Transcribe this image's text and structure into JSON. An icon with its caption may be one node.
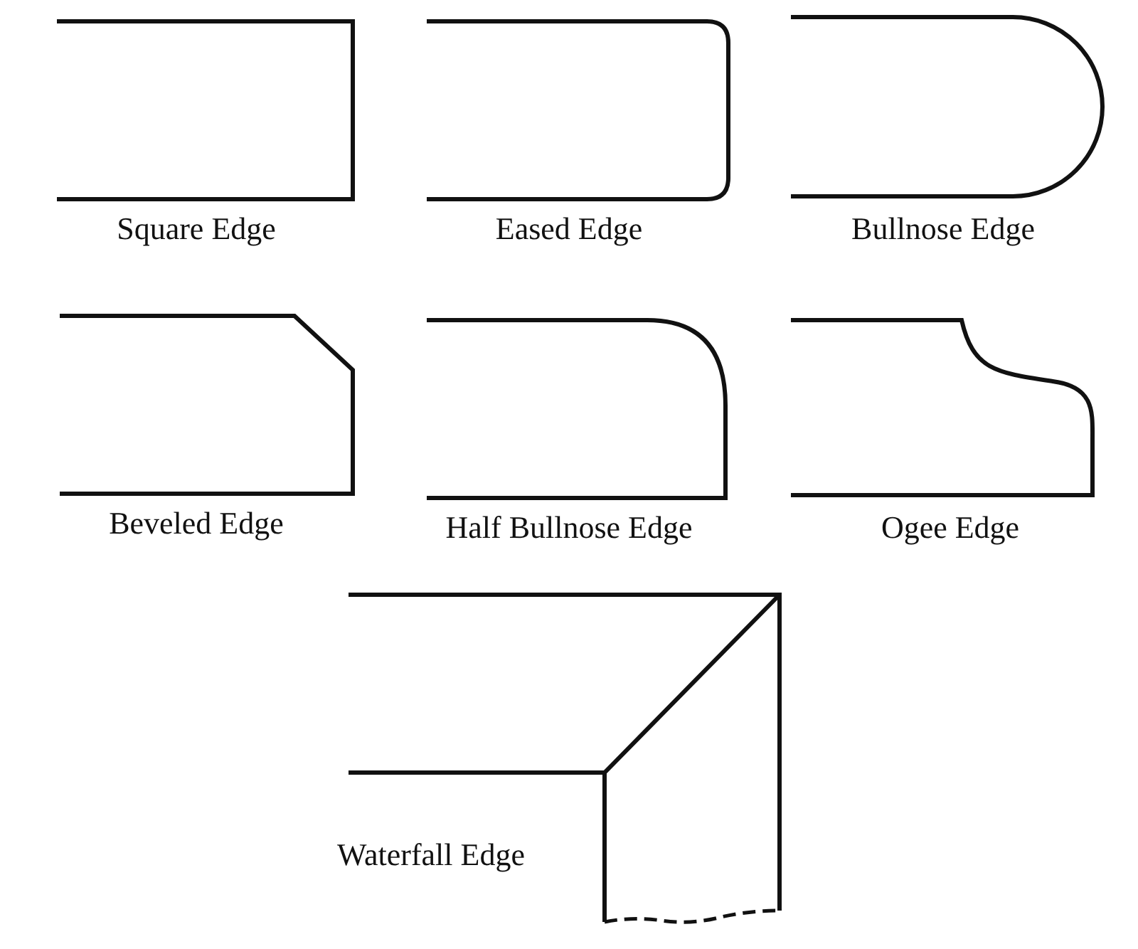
{
  "diagram": {
    "labels": [
      "Square Edge",
      "Eased Edge",
      "Bullnose Edge",
      "Beveled Edge",
      "Half Bullnose Edge",
      "Ogee Edge",
      "Waterfall Edge"
    ]
  }
}
